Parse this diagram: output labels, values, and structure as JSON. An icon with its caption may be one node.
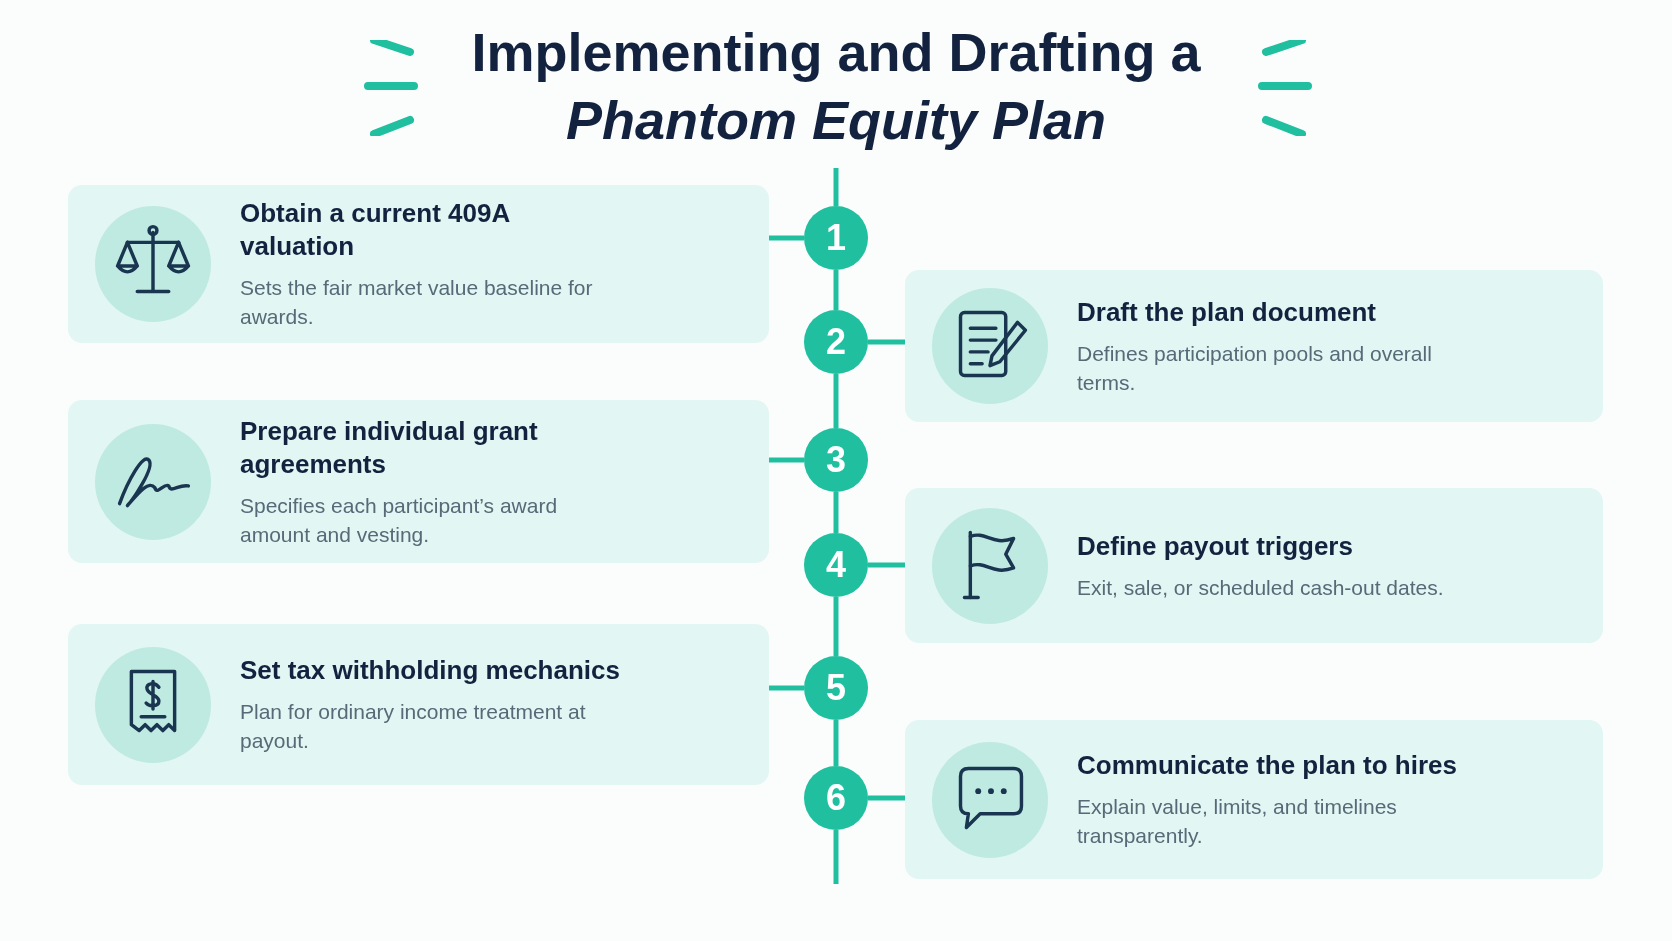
{
  "diagram": {
    "title": "Implementing and Drafting a *Phantom Equity Plan*",
    "nodes": [
      {
        "text": [
          "Obtain a current 409A valuation",
          "Sets the fair market value baseline for awards."
        ]
      },
      {
        "text": [
          "1"
        ]
      },
      {
        "text": [
          "2"
        ]
      },
      {
        "text": [
          "Draft the plan document",
          "Defines participation pools and overall terms."
        ]
      },
      {
        "text": [
          "Prepare individual grant agreements",
          "Specifies each participant’s award amount and vesting."
        ]
      },
      {
        "text": [
          "3"
        ]
      },
      {
        "text": [
          "4"
        ]
      },
      {
        "text": [
          "Define payout triggers",
          "Exit, sale, or scheduled cash-out dates."
        ]
      },
      {
        "text": [
          "Set tax withholding mechanics",
          "Plan for ordinary income treatment at payout."
        ]
      },
      {
        "text": [
          "5"
        ]
      },
      {
        "text": [
          "6"
        ]
      },
      {
        "text": [
          "Communicate the plan to hires",
          "Explain value, limits, and timelines transparently."
        ]
      }
    ],
    "edges": [
      {
        "from": 1,
        "to": 0,
        "arrow": "none"
      },
      {
        "from": 1,
        "to": 2,
        "arrow": "none"
      },
      {
        "from": 2,
        "to": 3,
        "arrow": "none"
      },
      {
        "from": 2,
        "to": 5,
        "arrow": "none"
      },
      {
        "from": 5,
        "to": 4,
        "arrow": "none"
      },
      {
        "from": 5,
        "to": 6,
        "arrow": "none"
      },
      {
        "from": 6,
        "to": 7,
        "arrow": "none"
      },
      {
        "from": 6,
        "to": 9,
        "arrow": "none"
      },
      {
        "from": 9,
        "to": 8,
        "arrow": "none"
      },
      {
        "from": 9,
        "to": 10,
        "arrow": "none"
      },
      {
        "from": 10,
        "to": 11,
        "arrow": "none"
      }
    ]
  }
}
